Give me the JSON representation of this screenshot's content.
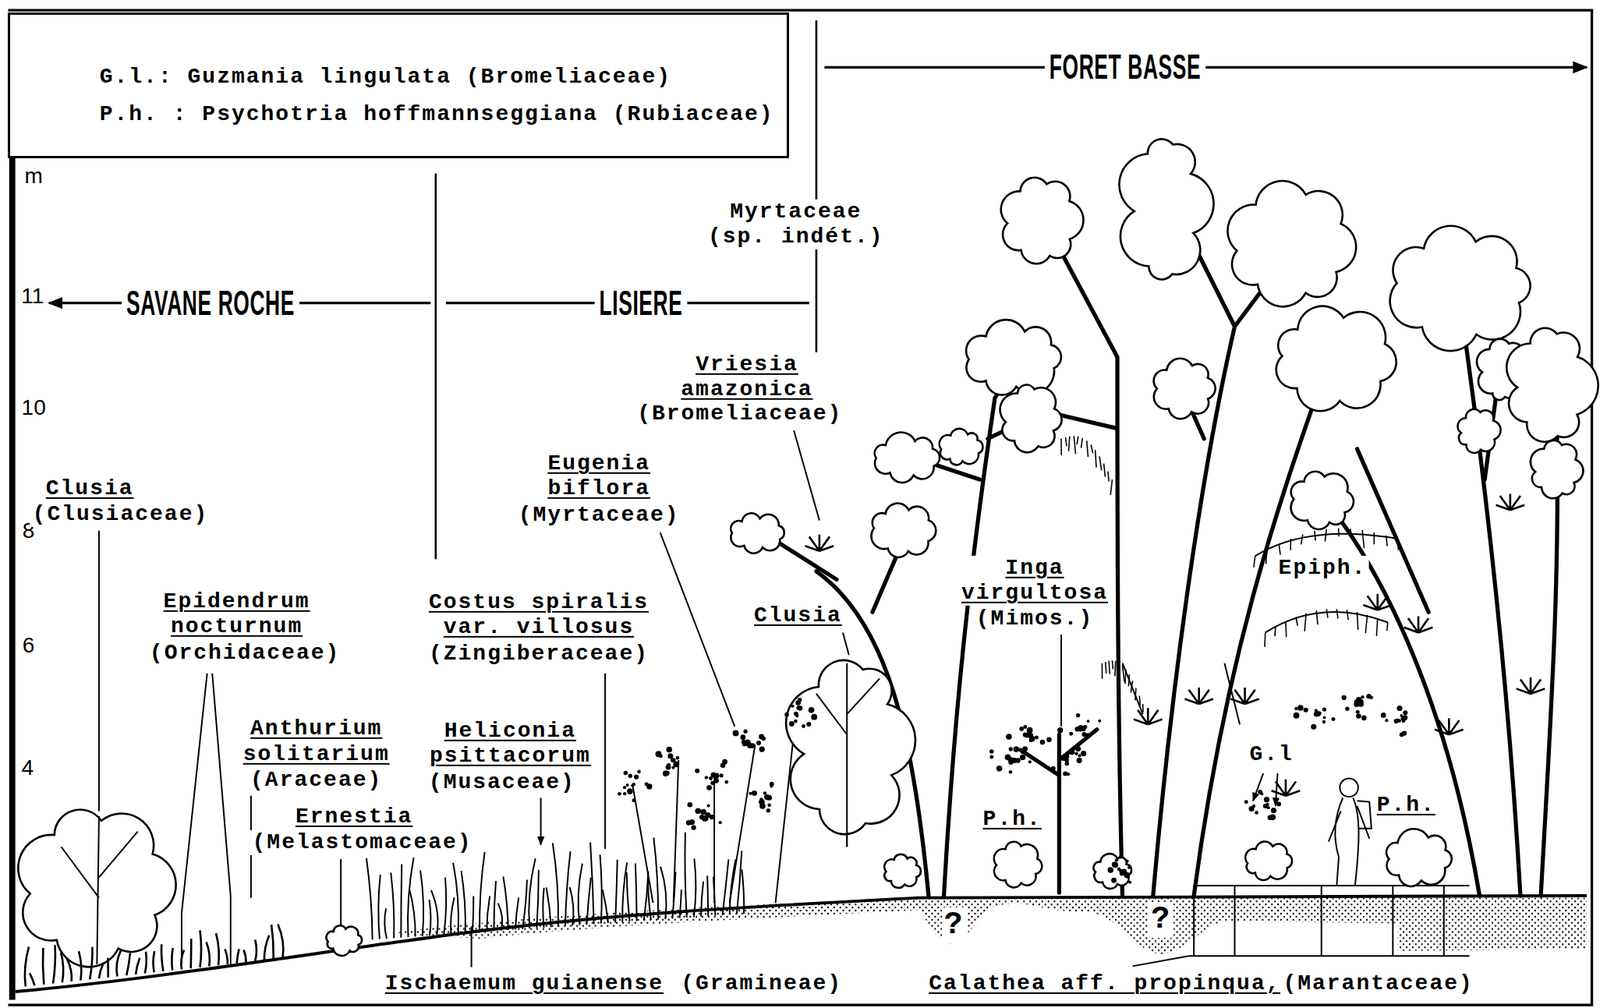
{
  "diagram": {
    "nodes": [
      {
        "text": [
          "G.l.: Guzmania lingulata (Bromeliaceae)",
          "P.h. : Psychotria hoffmannseggiana (Rubiaceae)"
        ]
      }
    ],
    "labels": [
      "m",
      "11",
      "10",
      "8",
      "6",
      "4",
      "SAVANE ROCHE",
      "LISIERE",
      "FORET BASSE",
      "Myrtaceae (sp. indét.)",
      "Vriesia amazonica",
      "(Bromeliaceae)",
      "Eugenia biflora",
      "(Myrtaceae)",
      "Clusia",
      "(Clusiaceae)",
      "Epidendrum nocturnum",
      "(Orchidaceae)",
      "Costus spiralis var. villosus",
      "(Zingiberaceae)",
      "Clusia",
      "Inga virgultosa",
      "(Mimos.)",
      "Epiph.",
      "Anthurium solitarium",
      "(Araceae)",
      "Heliconia psittacorum",
      "(Musaceae)",
      "G.l",
      "P.h.",
      "P.h.",
      "Ernestia",
      "(Melastomaceae)",
      "?",
      "?",
      "Ischaemum guianense",
      "(Gramineae)",
      "Calathea aff. propinqua,",
      "(Marantaceae)"
    ]
  }
}
